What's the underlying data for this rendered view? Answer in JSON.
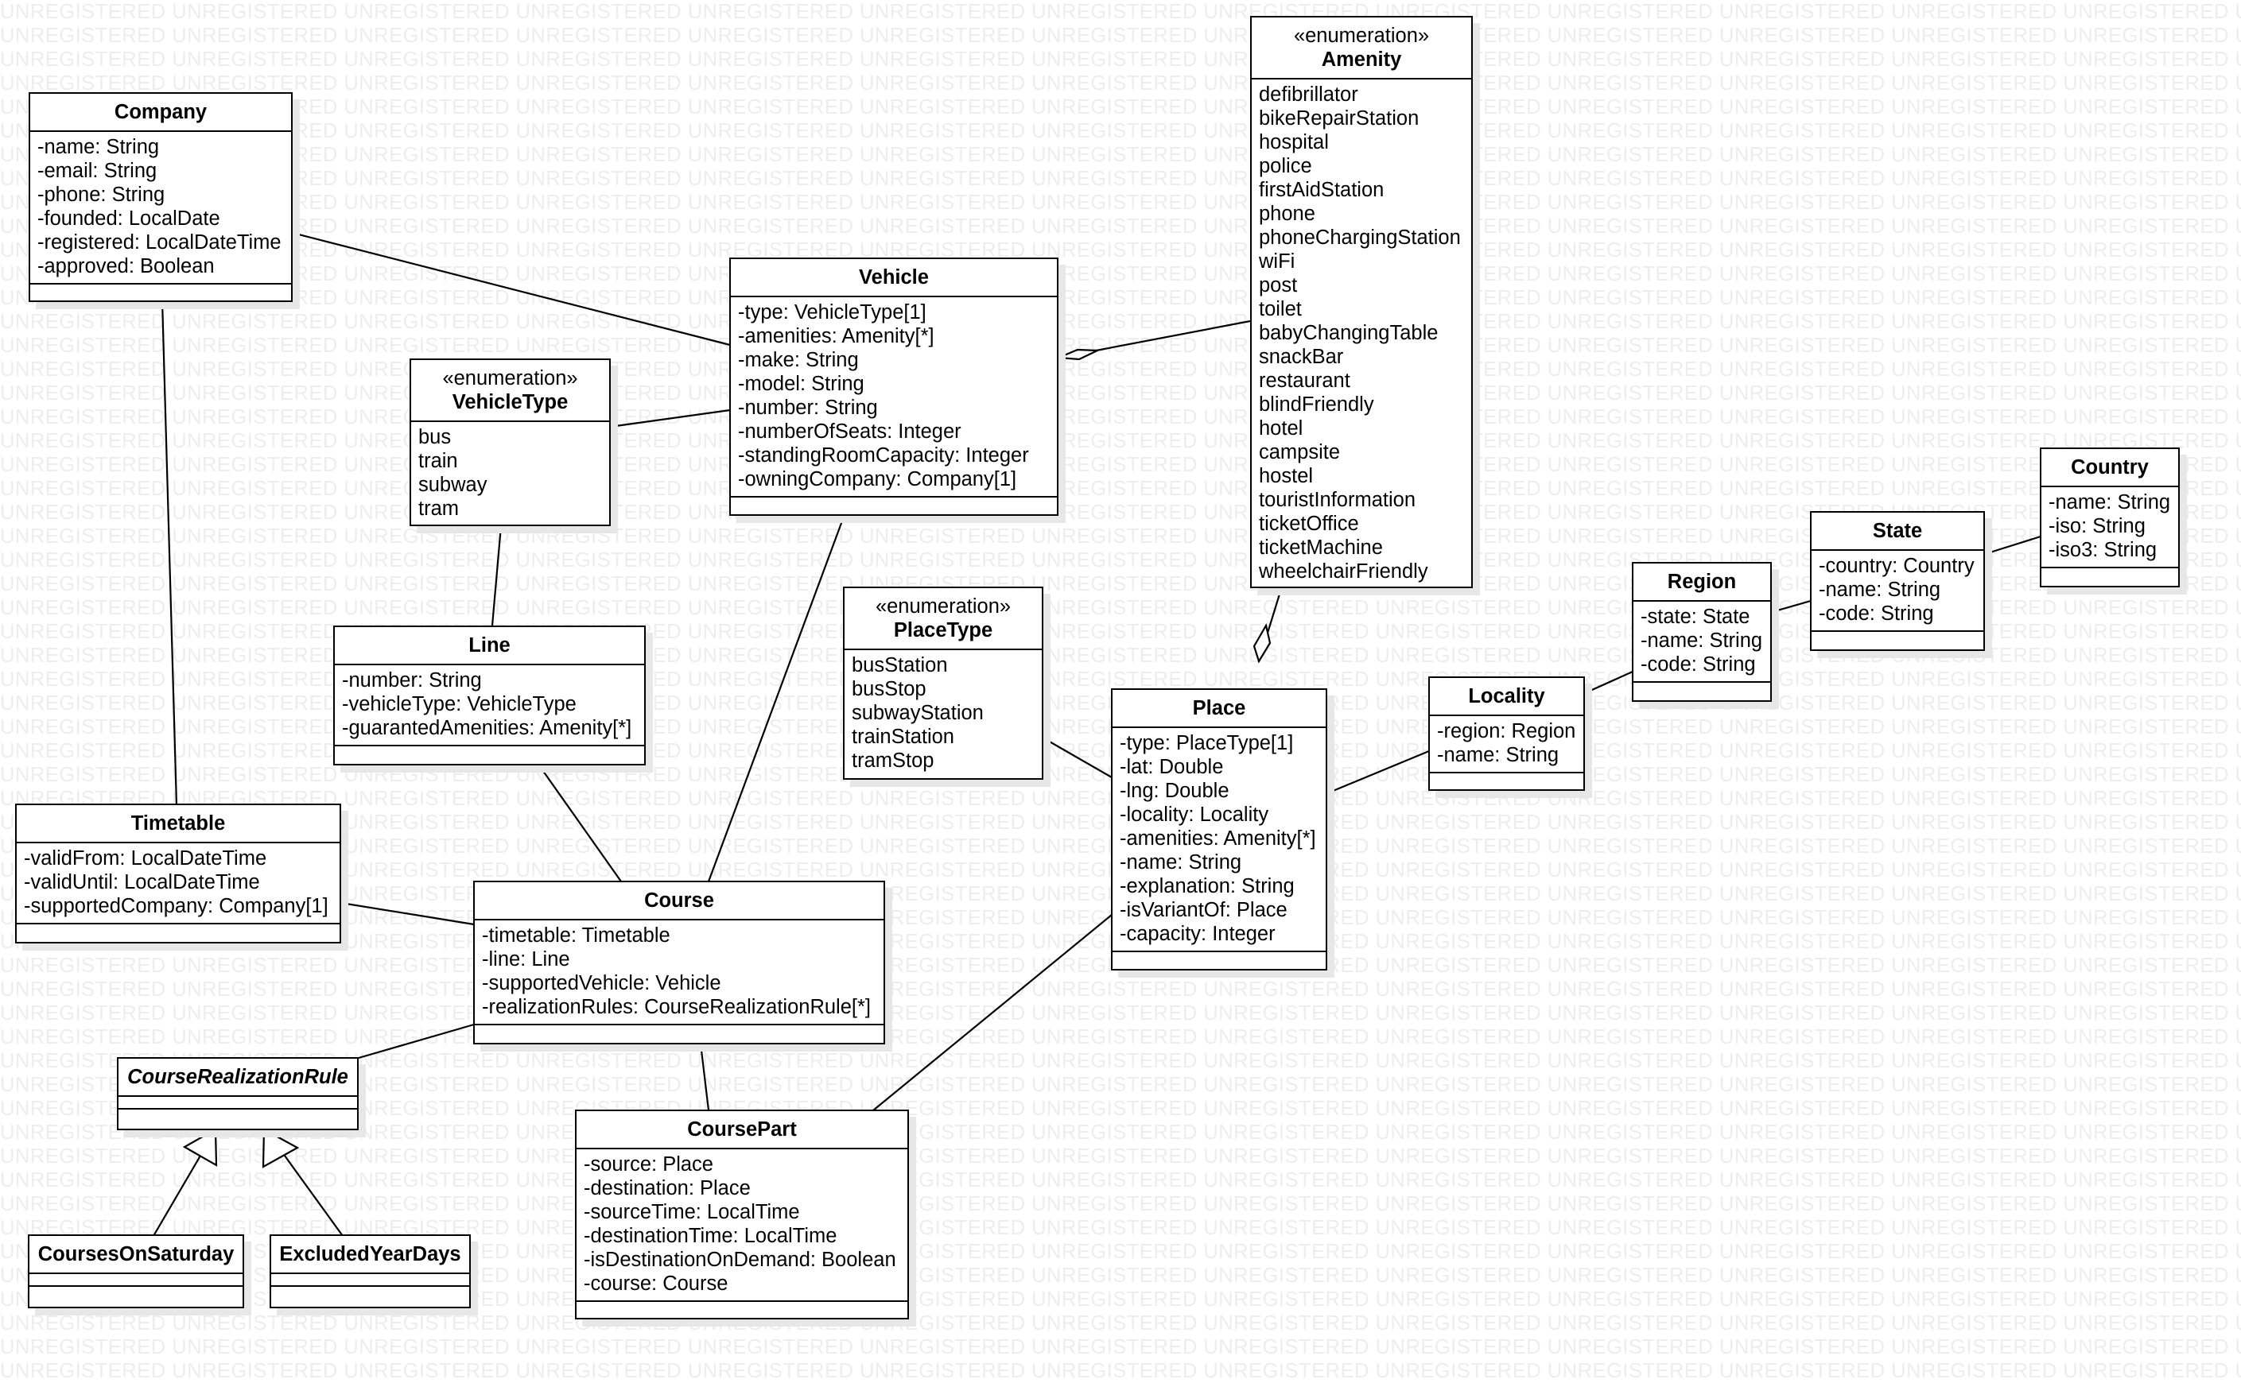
{
  "watermark_text": "UNREGISTERED",
  "classes": {
    "company": {
      "name": "Company",
      "attributes": [
        "-name: String",
        "-email: String",
        "-phone: String",
        "-founded: LocalDate",
        "-registered: LocalDateTime",
        "-approved: Boolean"
      ]
    },
    "vehicle": {
      "name": "Vehicle",
      "attributes": [
        "-type: VehicleType[1]",
        "-amenities: Amenity[*]",
        "-make: String",
        "-model: String",
        "-number: String",
        "-numberOfSeats: Integer",
        "-standingRoomCapacity: Integer",
        "-owningCompany: Company[1]"
      ]
    },
    "line": {
      "name": "Line",
      "attributes": [
        "-number: String",
        "-vehicleType: VehicleType",
        "-guarantedAmenities: Amenity[*]"
      ]
    },
    "timetable": {
      "name": "Timetable",
      "attributes": [
        "-validFrom: LocalDateTime",
        "-validUntil: LocalDateTime",
        "-supportedCompany: Company[1]"
      ]
    },
    "course": {
      "name": "Course",
      "attributes": [
        "-timetable: Timetable",
        "-line: Line",
        "-supportedVehicle: Vehicle",
        "-realizationRules: CourseRealizationRule[*]"
      ]
    },
    "course_realization_rule": {
      "name": "CourseRealizationRule"
    },
    "courses_on_saturday": {
      "name": "CoursesOnSaturday"
    },
    "excluded_year_days": {
      "name": "ExcludedYearDays"
    },
    "course_part": {
      "name": "CoursePart",
      "attributes": [
        "-source: Place",
        "-destination: Place",
        "-sourceTime: LocalTime",
        "-destinationTime: LocalTime",
        "-isDestinationOnDemand: Boolean",
        "-course: Course"
      ]
    },
    "place": {
      "name": "Place",
      "attributes": [
        "-type: PlaceType[1]",
        "-lat: Double",
        "-lng: Double",
        "-locality: Locality",
        "-amenities: Amenity[*]",
        "-name: String",
        "-explanation: String",
        "-isVariantOf: Place",
        "-capacity: Integer"
      ]
    },
    "locality": {
      "name": "Locality",
      "attributes": [
        "-region: Region",
        "-name: String"
      ]
    },
    "region": {
      "name": "Region",
      "attributes": [
        "-state: State",
        "-name: String",
        "-code: String"
      ]
    },
    "state": {
      "name": "State",
      "attributes": [
        "-country: Country",
        "-name: String",
        "-code: String"
      ]
    },
    "country": {
      "name": "Country",
      "attributes": [
        "-name: String",
        "-iso: String",
        "-iso3: String"
      ]
    }
  },
  "enumerations": {
    "stereotype": "«enumeration»",
    "vehicle_type": {
      "name": "VehicleType",
      "literals": [
        "bus",
        "train",
        "subway",
        "tram"
      ]
    },
    "place_type": {
      "name": "PlaceType",
      "literals": [
        "busStation",
        "busStop",
        "subwayStation",
        "trainStation",
        "tramStop"
      ]
    },
    "amenity": {
      "name": "Amenity",
      "literals": [
        "defibrillator",
        "bikeRepairStation",
        "hospital",
        "police",
        "firstAidStation",
        "phone",
        "phoneChargingStation",
        "wiFi",
        "post",
        "toilet",
        "babyChangingTable",
        "snackBar",
        "restaurant",
        "blindFriendly",
        "hotel",
        "campsite",
        "hostel",
        "touristInformation",
        "ticketOffice",
        "ticketMachine",
        "wheelchairFriendly"
      ]
    }
  },
  "relationships": [
    {
      "from": "Company",
      "to": "Vehicle",
      "kind": "association"
    },
    {
      "from": "Company",
      "to": "Timetable",
      "kind": "association"
    },
    {
      "from": "VehicleType",
      "to": "Vehicle",
      "kind": "association"
    },
    {
      "from": "VehicleType",
      "to": "Line",
      "kind": "association"
    },
    {
      "from": "Amenity",
      "to": "Vehicle",
      "kind": "aggregation"
    },
    {
      "from": "Amenity",
      "to": "Place",
      "kind": "aggregation"
    },
    {
      "from": "Vehicle",
      "to": "Course",
      "kind": "association"
    },
    {
      "from": "Line",
      "to": "Course",
      "kind": "association"
    },
    {
      "from": "Timetable",
      "to": "Course",
      "kind": "association"
    },
    {
      "from": "Course",
      "to": "CourseRealizationRule",
      "kind": "association"
    },
    {
      "from": "Course",
      "to": "CoursePart",
      "kind": "association"
    },
    {
      "from": "CoursePart",
      "to": "Place",
      "kind": "association"
    },
    {
      "from": "PlaceType",
      "to": "Place",
      "kind": "association"
    },
    {
      "from": "Place",
      "to": "Locality",
      "kind": "association"
    },
    {
      "from": "Locality",
      "to": "Region",
      "kind": "association"
    },
    {
      "from": "Region",
      "to": "State",
      "kind": "association"
    },
    {
      "from": "State",
      "to": "Country",
      "kind": "association"
    },
    {
      "from": "CoursesOnSaturday",
      "to": "CourseRealizationRule",
      "kind": "generalization"
    },
    {
      "from": "ExcludedYearDays",
      "to": "CourseRealizationRule",
      "kind": "generalization"
    }
  ]
}
